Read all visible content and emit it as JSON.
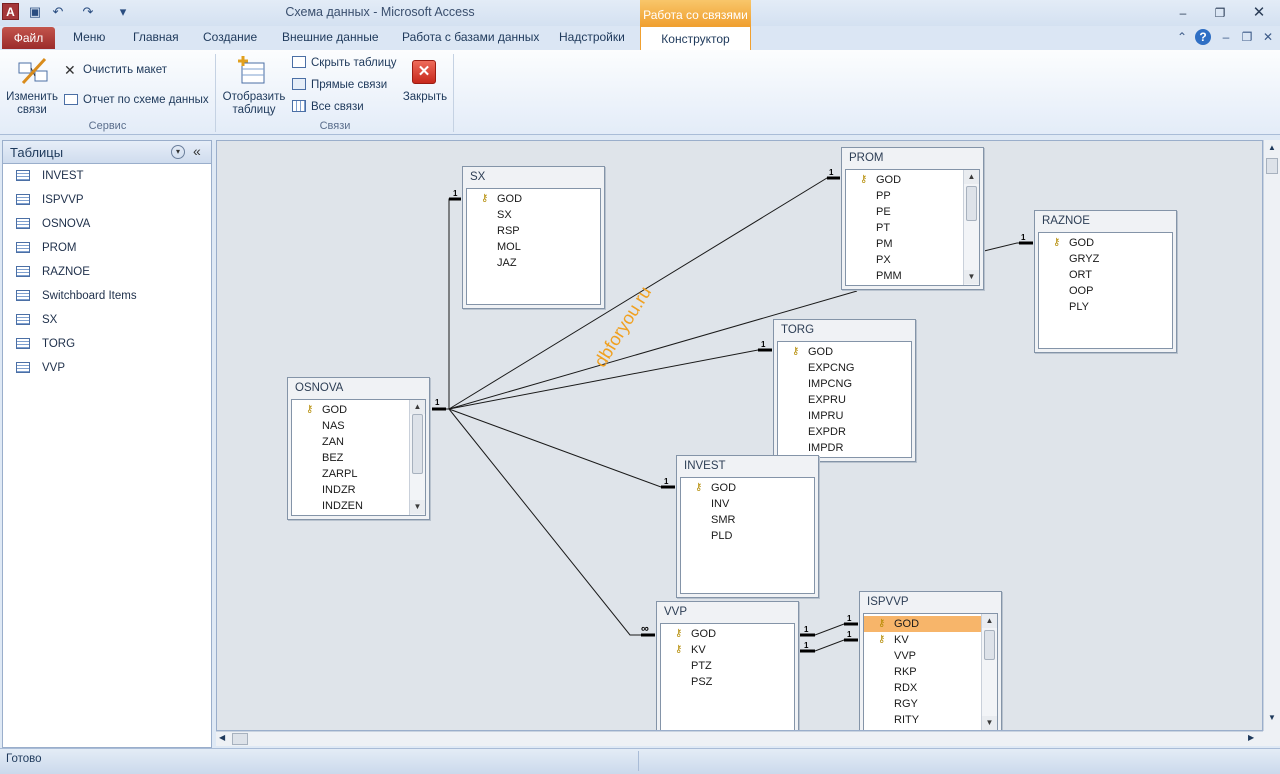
{
  "window": {
    "title": "Схема данных  -  Microsoft Access",
    "context_tab": "Работа со связями"
  },
  "tabs": [
    "Файл",
    "Меню",
    "Главная",
    "Создание",
    "Внешние данные",
    "Работа с базами данных",
    "Надстройки",
    "Конструктор"
  ],
  "ribbon": {
    "edit_rel": "Изменить\nсвязи",
    "clear_layout": "Очистить макет",
    "report": "Отчет по схеме данных",
    "group_service": "Сервис",
    "show_table": "Отобразить\nтаблицу",
    "hide_table": "Скрыть таблицу",
    "direct_rel": "Прямые связи",
    "all_rel": "Все связи",
    "close": "Закрыть",
    "group_rel": "Связи"
  },
  "nav": {
    "title": "Таблицы",
    "items": [
      "INVEST",
      "ISPVVP",
      "OSNOVA",
      "PROM",
      "RAZNOE",
      "Switchboard Items",
      "SX",
      "TORG",
      "VVP"
    ]
  },
  "tables": {
    "sx": {
      "name": "SX",
      "fields": [
        "GOD",
        "SX",
        "RSP",
        "MOL",
        "JAZ"
      ]
    },
    "prom": {
      "name": "PROM",
      "fields": [
        "GOD",
        "PP",
        "PE",
        "PT",
        "PM",
        "PX",
        "PMM"
      ]
    },
    "raznoe": {
      "name": "RAZNOE",
      "fields": [
        "GOD",
        "GRYZ",
        "ORT",
        "OOP",
        "PLY"
      ]
    },
    "torg": {
      "name": "TORG",
      "fields": [
        "GOD",
        "EXPCNG",
        "IMPCNG",
        "EXPRU",
        "IMPRU",
        "EXPDR",
        "IMPDR"
      ]
    },
    "osnova": {
      "name": "OSNOVA",
      "fields": [
        "GOD",
        "NAS",
        "ZAN",
        "BEZ",
        "ZARPL",
        "INDZR",
        "INDZEN"
      ]
    },
    "invest": {
      "name": "INVEST",
      "fields": [
        "GOD",
        "INV",
        "SMR",
        "PLD"
      ]
    },
    "vvp": {
      "name": "VVP",
      "fields": [
        "GOD",
        "KV",
        "PTZ",
        "PSZ"
      ]
    },
    "ispvvp": {
      "name": "ISPVVP",
      "fields": [
        "GOD",
        "KV",
        "VVP",
        "RKP",
        "RDX",
        "RGY",
        "RITY"
      ]
    }
  },
  "watermark": "dbforyou.ru",
  "status": "Готово"
}
